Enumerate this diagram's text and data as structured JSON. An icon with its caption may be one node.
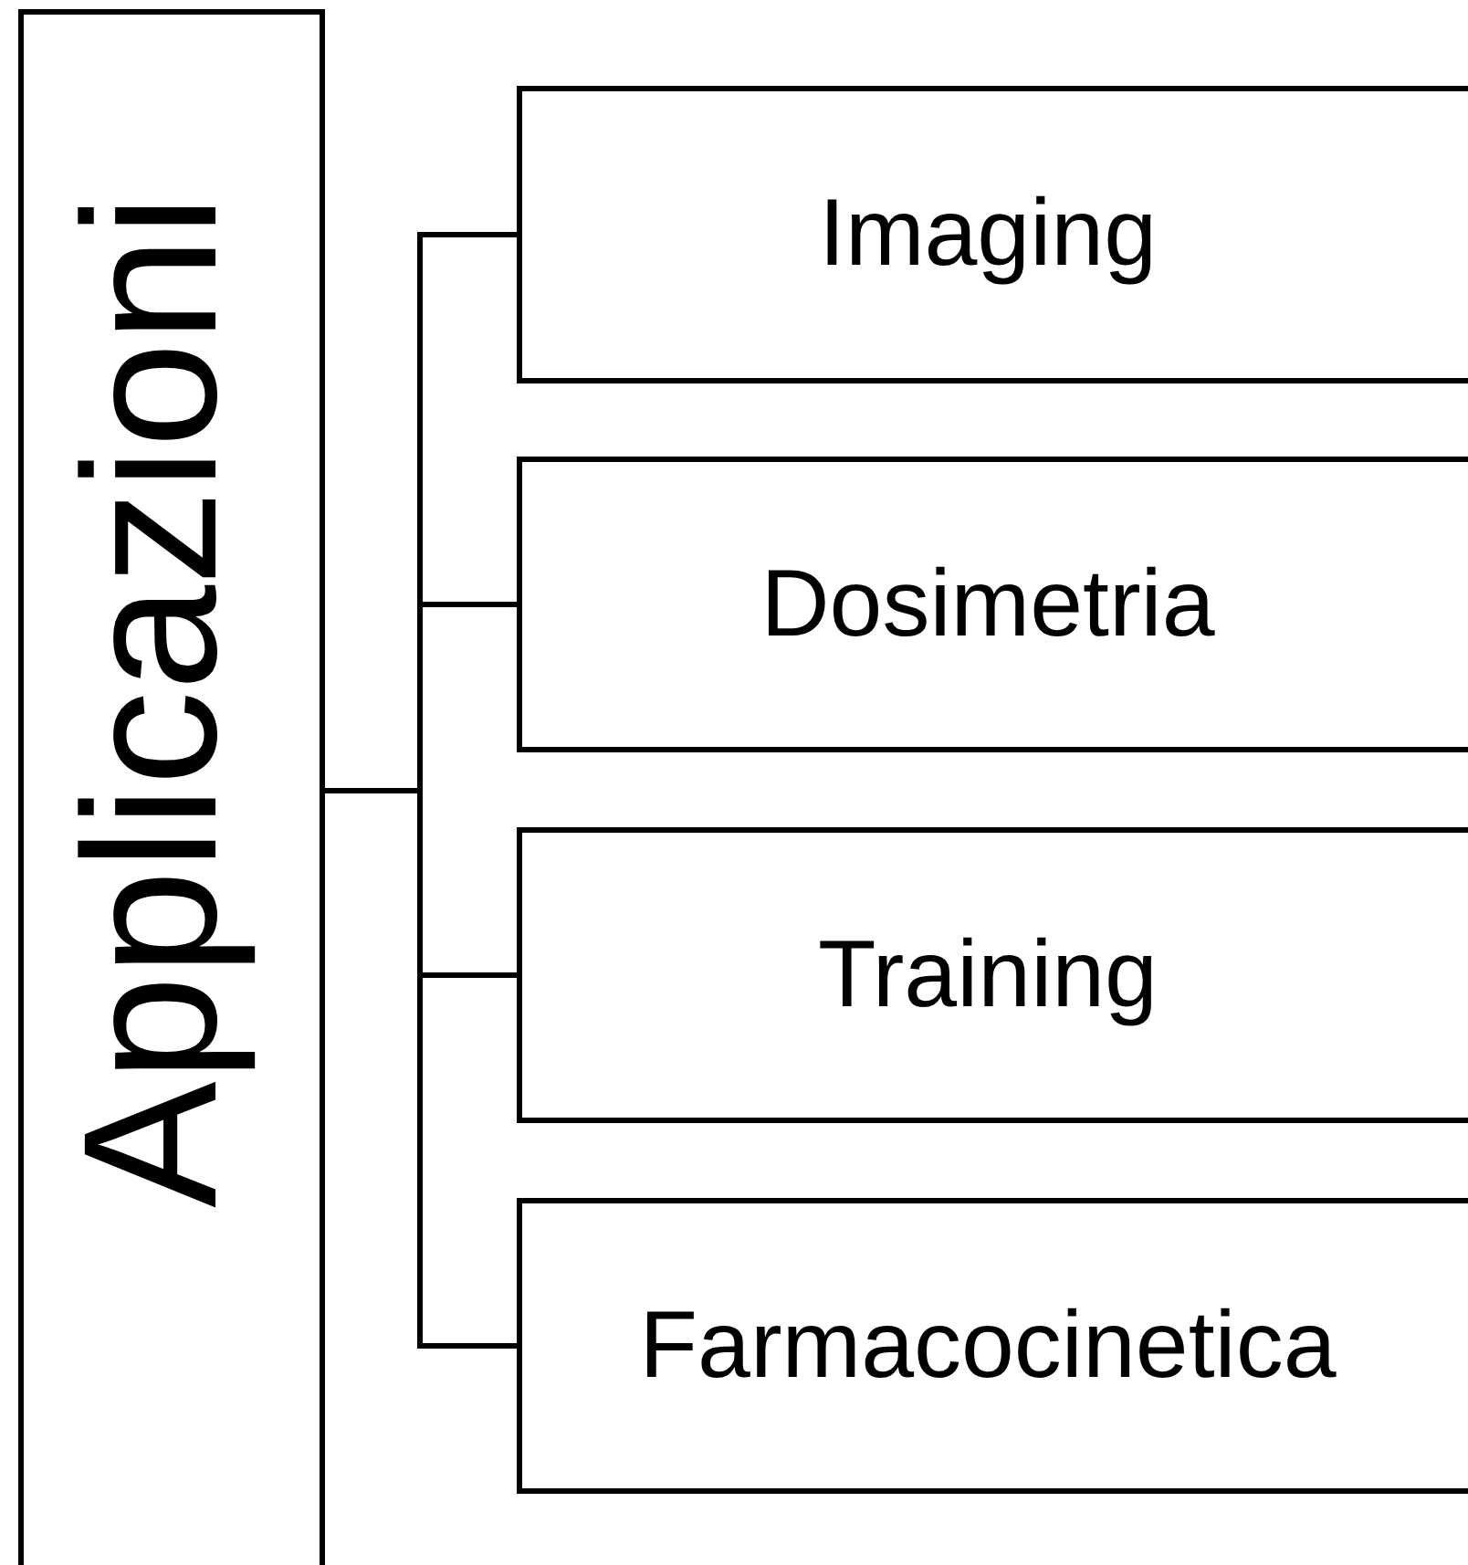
{
  "diagram": {
    "nodes": [
      {
        "text": [
          "Applicazioni"
        ]
      },
      {
        "text": [
          "Imaging"
        ]
      },
      {
        "text": [
          "Dosimetria"
        ]
      },
      {
        "text": [
          "Training"
        ]
      },
      {
        "text": [
          "Farmacocinetica"
        ]
      }
    ],
    "edges": [
      {
        "from": 0,
        "to": 1,
        "arrow": "none"
      },
      {
        "from": 0,
        "to": 2,
        "arrow": "none"
      },
      {
        "from": 0,
        "to": 3,
        "arrow": "none"
      },
      {
        "from": 0,
        "to": 4,
        "arrow": "none"
      }
    ]
  }
}
